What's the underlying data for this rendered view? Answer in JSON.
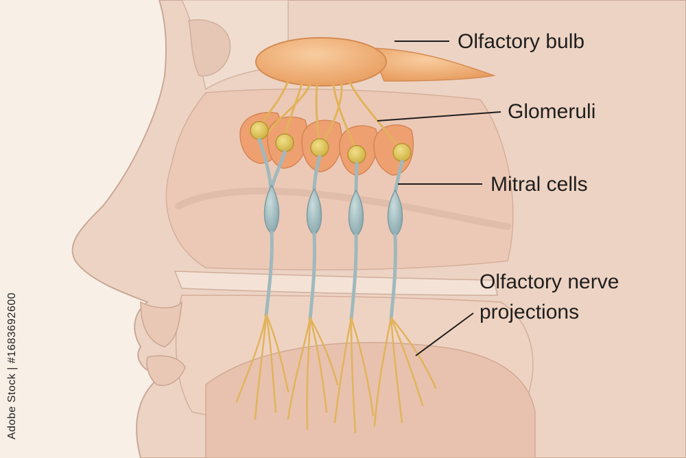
{
  "labels": {
    "olfactory_bulb": "Olfactory bulb",
    "glomeruli": "Glomeruli",
    "mitral_cells": "Mitral cells",
    "nerve_line1": "Olfactory nerve",
    "nerve_line2": "projections"
  },
  "watermark": {
    "side_text": "Adobe Stock | #1683692600"
  },
  "colors": {
    "background": "#f8efe6",
    "skin": "#edd3c3",
    "bulb": "#f0b078",
    "glomeruli": "#efa070",
    "glomerulus_core": "#e2c85a",
    "mitral_cell": "#9fb9bd",
    "nerve_fiber": "#e1b35c"
  }
}
